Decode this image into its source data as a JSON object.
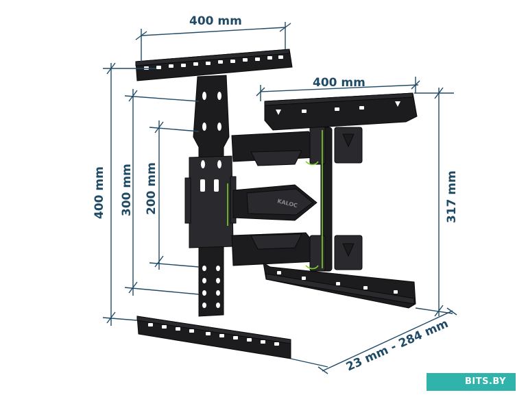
{
  "dimensions": {
    "top_width": "400 mm",
    "right_width": "400 mm",
    "height_400": "400 mm",
    "height_300": "300 mm",
    "height_200": "200 mm",
    "height_317": "317 mm",
    "depth_range": "23 mm - 284 mm"
  },
  "arm_brand": "KALOC",
  "watermark": "BITS.BY",
  "colors": {
    "dimension": "#1f4a66",
    "metal": "#1c1c1f",
    "accent_green": "#7fd12a",
    "watermark_bg": "#2fb3aa"
  }
}
